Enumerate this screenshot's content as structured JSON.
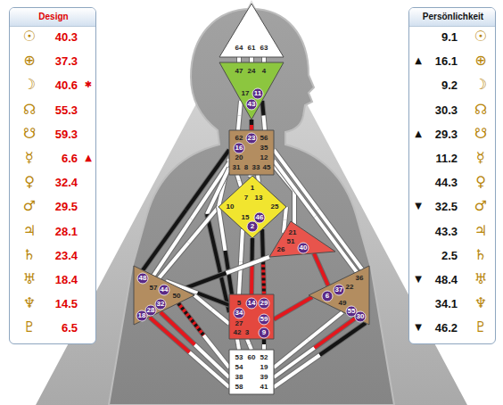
{
  "diagram": {
    "nodes": [
      {
        "text": [
          "Design",
          "☉",
          "40.3",
          "⊕",
          "37.3",
          "☽",
          "40.6",
          "✱",
          "☊",
          "55.3",
          "☋",
          "59.3",
          "☿",
          "6.6",
          "▲",
          "♀",
          "32.4",
          "♂",
          "29.5",
          "♃",
          "28.1",
          "♄",
          "23.4",
          "♅",
          "18.4",
          "♆",
          "14.5",
          "♇",
          "6.5"
        ]
      },
      {
        "text": [
          "Persönlichkeit",
          "9.1",
          "☉",
          "▲",
          "16.1",
          "⊕",
          "9.2",
          "☽",
          "30.3",
          "☊",
          "▲",
          "29.3",
          "☋",
          "11.2",
          "☿",
          "44.3",
          "♀",
          "▼",
          "32.5",
          "♂",
          "43.3",
          "♃",
          "2.5",
          "♄",
          "▼",
          "48.4",
          "♅",
          "34.1",
          "♆",
          "▼",
          "46.2",
          "♇"
        ]
      },
      {
        "text": [
          "64",
          "61",
          "63"
        ]
      },
      {
        "text": [
          "47",
          "24",
          "4",
          "17",
          "11",
          "43"
        ]
      },
      {
        "text": [
          "62",
          "23",
          "56",
          "16",
          "35",
          "20",
          "12",
          "31",
          "8",
          "33",
          "45"
        ]
      },
      {
        "text": [
          "1",
          "7",
          "13",
          "10",
          "25",
          "15",
          "46",
          "2"
        ]
      },
      {
        "text": [
          "21",
          "51",
          "26",
          "40"
        ]
      },
      {
        "text": [
          "48",
          "57",
          "44",
          "50",
          "32",
          "28",
          "18"
        ]
      },
      {
        "text": [
          "36",
          "22",
          "37",
          "6",
          "49",
          "55",
          "30"
        ]
      },
      {
        "text": [
          "5",
          "14",
          "29",
          "34",
          "27",
          "59",
          "42",
          "3",
          "9"
        ]
      },
      {
        "text": [
          "53",
          "60",
          "52",
          "54",
          "19",
          "38",
          "39",
          "58",
          "41"
        ]
      }
    ],
    "edges": [
      {
        "from": 2,
        "to": 3,
        "arrow": "none"
      },
      {
        "from": 2,
        "to": 3,
        "arrow": "none"
      },
      {
        "from": 2,
        "to": 3,
        "arrow": "none"
      },
      {
        "from": 3,
        "to": 4,
        "arrow": "none"
      },
      {
        "from": 3,
        "to": 4,
        "arrow": "none"
      },
      {
        "from": 3,
        "to": 4,
        "arrow": "none"
      },
      {
        "from": 4,
        "to": 5,
        "arrow": "none"
      },
      {
        "from": 4,
        "to": 5,
        "arrow": "none"
      },
      {
        "from": 4,
        "to": 5,
        "arrow": "none"
      },
      {
        "from": 4,
        "to": 5,
        "arrow": "none"
      },
      {
        "from": 4,
        "to": 7,
        "arrow": "none"
      },
      {
        "from": 4,
        "to": 7,
        "arrow": "none"
      },
      {
        "from": 4,
        "to": 9,
        "arrow": "none"
      },
      {
        "from": 4,
        "to": 6,
        "arrow": "none"
      },
      {
        "from": 4,
        "to": 8,
        "arrow": "none"
      },
      {
        "from": 4,
        "to": 8,
        "arrow": "none"
      },
      {
        "from": 5,
        "to": 6,
        "arrow": "none"
      },
      {
        "from": 5,
        "to": 7,
        "arrow": "none"
      },
      {
        "from": 5,
        "to": 9,
        "arrow": "none"
      },
      {
        "from": 5,
        "to": 9,
        "arrow": "none"
      },
      {
        "from": 5,
        "to": 9,
        "arrow": "none"
      },
      {
        "from": 5,
        "to": 9,
        "arrow": "none"
      },
      {
        "from": 6,
        "to": 7,
        "arrow": "none"
      },
      {
        "from": 6,
        "to": 8,
        "arrow": "none"
      },
      {
        "from": 7,
        "to": 9,
        "arrow": "none"
      },
      {
        "from": 7,
        "to": 9,
        "arrow": "none"
      },
      {
        "from": 7,
        "to": 10,
        "arrow": "none"
      },
      {
        "from": 7,
        "to": 10,
        "arrow": "none"
      },
      {
        "from": 7,
        "to": 10,
        "arrow": "none"
      },
      {
        "from": 8,
        "to": 9,
        "arrow": "none"
      },
      {
        "from": 8,
        "to": 10,
        "arrow": "none"
      },
      {
        "from": 8,
        "to": 10,
        "arrow": "none"
      },
      {
        "from": 8,
        "to": 10,
        "arrow": "none"
      },
      {
        "from": 9,
        "to": 10,
        "arrow": "none"
      },
      {
        "from": 9,
        "to": 10,
        "arrow": "none"
      },
      {
        "from": 9,
        "to": 10,
        "arrow": "none"
      }
    ]
  }
}
